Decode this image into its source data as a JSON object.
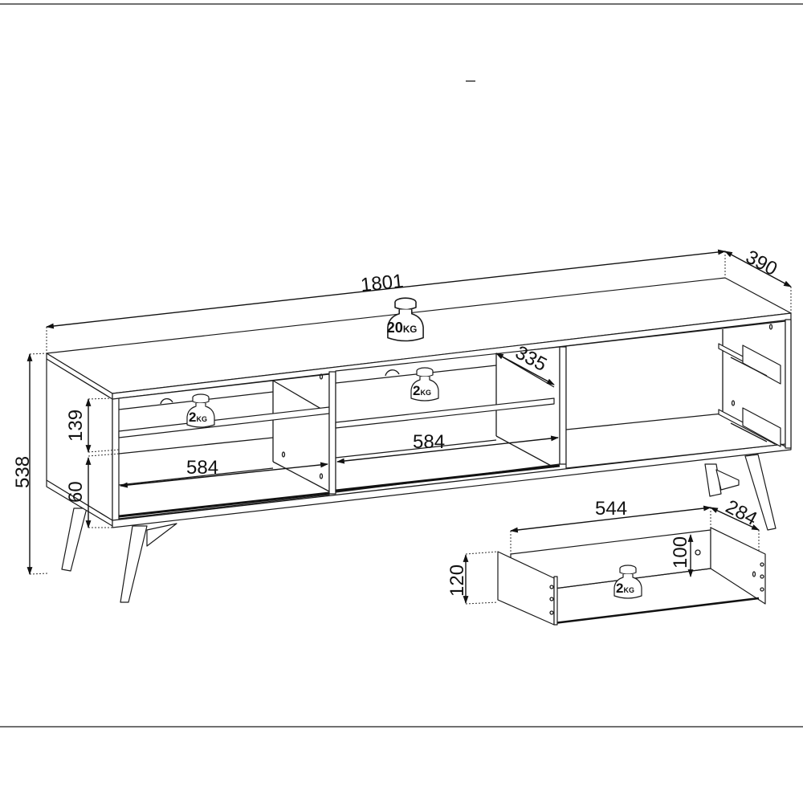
{
  "dimensions": {
    "width": "1801",
    "depth": "390",
    "height": "538",
    "shelf_gap": "139",
    "leg_height": "60",
    "compartment_left_width": "584",
    "compartment_middle_width": "584",
    "shelf_depth": "335",
    "drawer_width": "544",
    "drawer_depth": "284",
    "drawer_inner_height": "100",
    "drawer_height": "120"
  },
  "load_ratings": {
    "top": {
      "value": "20",
      "unit": "KG"
    },
    "left_shelf": {
      "value": "2",
      "unit": "KG"
    },
    "middle_shelf": {
      "value": "2",
      "unit": "KG"
    },
    "drawer": {
      "value": "2",
      "unit": "KG"
    }
  },
  "colors": {
    "line": "#1a1a1a",
    "background": "#ffffff"
  }
}
